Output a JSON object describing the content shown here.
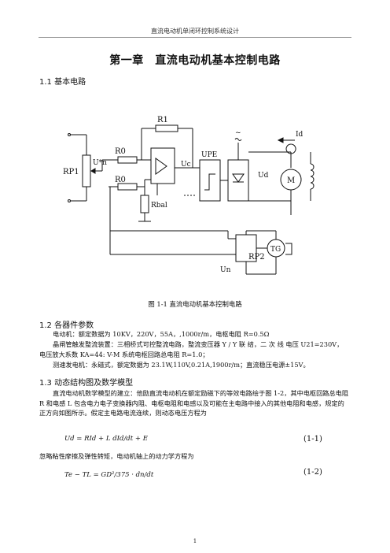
{
  "header": "直流电动机单闭环控制系统设计",
  "chapter_title": "第一章　直流电动机基本控制电路",
  "sections": {
    "s1": "1.1 基本电路",
    "s2": "1.2 各器件参数",
    "s3": "1.3 动态结构图及数学模型"
  },
  "figure": {
    "caption": "图 1-1 直流电动机基本控制电路",
    "labels": {
      "r1": "R1",
      "r0_top": "R0",
      "r0_bot": "R0",
      "rbal": "Rbal",
      "rp1": "RP1",
      "rp2": "RP2",
      "un_star": "U*n",
      "un": "Un",
      "uc": "Uc",
      "ud": "Ud",
      "id": "Id",
      "upe": "UPE",
      "motor": "M",
      "tg": "TG",
      "tilde": "~"
    }
  },
  "params": [
    "电动机：额定数据为 10KV，220V，55A，,1000r/m，电枢电阻 R=0.5Ω",
    "晶闸管触发整流装置：三相桥式可控整流电路，整流变压器 Y / Y 联 结，二 次 线 电压 U21=230V，电压放大系数 KA=44: V-M 系统电枢回路总电阻 R=1.0；",
    "测速发电机：永磁式，额定数据为 23.1W,110V,0.21A,1900r/m；直流稳压电源±15V。"
  ],
  "model_paragraph": "直流电动机数学模型的建立：他励直流电动机在额定励磁下的等效电路绘于图 1-2，其中电枢回路总电阻 R 和电感 L 包含电力电子变换器内阻、电枢电阻和电感以及可能在主电路中接入的其他电阻和电感，规定的正方向如图所示。假定主电路电流连续，则动态电压方程为",
  "eq1": {
    "text": "Ud = RId + L dId/dt + E",
    "number": "(1-1)"
  },
  "friction_paragraph": "忽略粘性摩擦及弹性转矩，电动机轴上的动力学方程为",
  "eq2": {
    "text": "Te − TL = GD²/375 · dn/dt",
    "number": "(1-2)"
  },
  "page_number": "1"
}
